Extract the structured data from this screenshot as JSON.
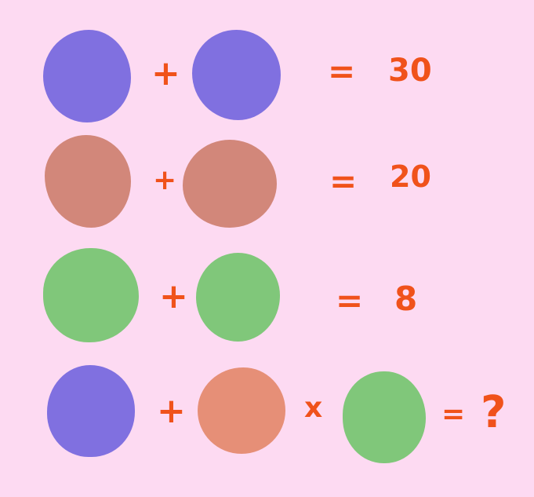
{
  "colors": {
    "background": "#FDDAF2",
    "purple": "#8070E0",
    "brown": "#D2877A",
    "green": "#80C77A",
    "salmon": "#E68F77",
    "ink": "#F0521B"
  },
  "rows": [
    {
      "left_circle": "purple",
      "operator": "+",
      "right_circle": "purple",
      "equals": "=",
      "result": "30"
    },
    {
      "left_circle": "brown",
      "operator": "+",
      "right_circle": "brown",
      "equals": "=",
      "result": "20"
    },
    {
      "left_circle": "green",
      "operator": "+",
      "right_circle": "green",
      "equals": "=",
      "result": "8"
    },
    {
      "first_circle": "purple",
      "operator_1": "+",
      "second_circle": "salmon",
      "operator_2": "x",
      "third_circle": "green",
      "equals": "=",
      "result": "?"
    }
  ]
}
